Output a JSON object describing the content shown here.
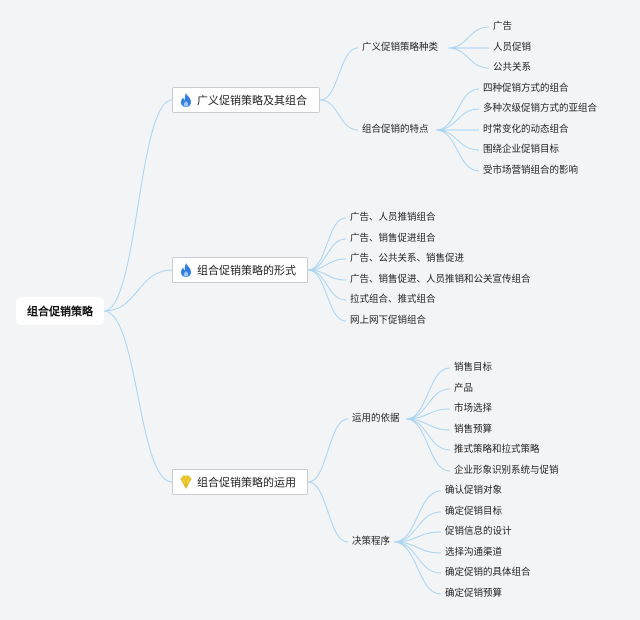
{
  "root": {
    "label": "组合促销策略"
  },
  "branches": [
    {
      "label": "广义促销策略及其组合",
      "icon": "flame-icon",
      "children": [
        {
          "label": "广义促销策略种类",
          "children": [
            "广告",
            "人员促销",
            "公共关系"
          ]
        },
        {
          "label": "组合促销的特点",
          "children": [
            "四种促销方式的组合",
            "多种次级促销方式的亚组合",
            "时常变化的动态组合",
            "围绕企业促销目标",
            "受市场营销组合的影响"
          ]
        }
      ]
    },
    {
      "label": "组合促销策略的形式",
      "icon": "flame-icon",
      "children": [
        {
          "label": "广告、人员推销组合"
        },
        {
          "label": "广告、销售促进组合"
        },
        {
          "label": "广告、公共关系、销售促进"
        },
        {
          "label": "广告、销售促进、人员推销和公关宣传组合"
        },
        {
          "label": "拉式组合、推式组合"
        },
        {
          "label": "网上网下促销组合"
        }
      ]
    },
    {
      "label": "组合促销策略的运用",
      "icon": "diamond-icon",
      "children": [
        {
          "label": "运用的依据",
          "children": [
            "销售目标",
            "产品",
            "市场选择",
            "销售预算",
            "推式策略和拉式策略",
            "企业形象识别系统与促销"
          ]
        },
        {
          "label": "决策程序",
          "children": [
            "确认促销对象",
            "确定促销目标",
            "促销信息的设计",
            "选择沟通渠道",
            "确定促销的具体组合",
            "确定促销预算"
          ]
        }
      ]
    }
  ],
  "colors": {
    "link": "#a9d4f2",
    "flame": "#2f7fe0",
    "diamond": "#f5d33a"
  }
}
